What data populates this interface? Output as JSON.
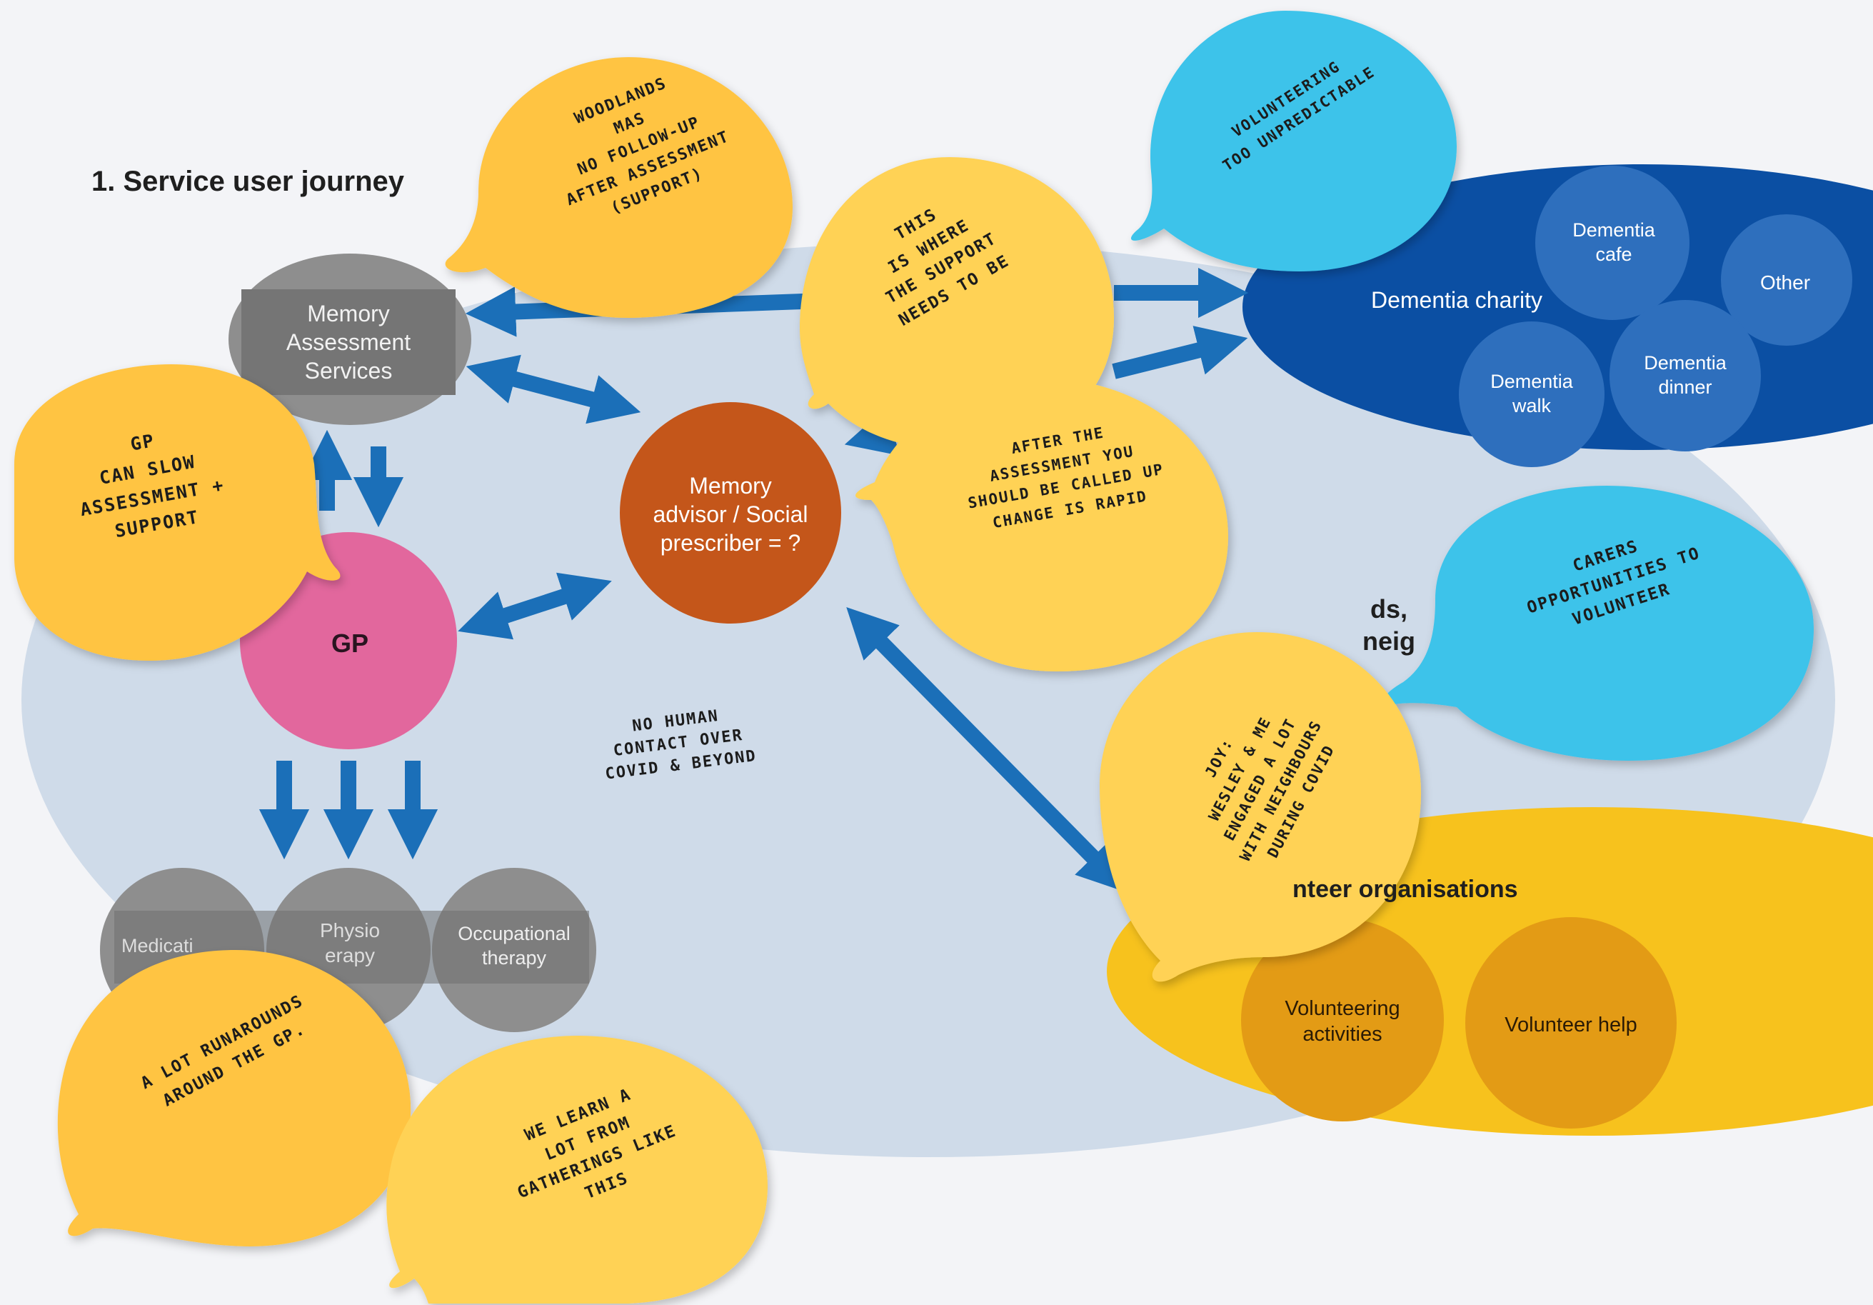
{
  "title": "1. Service user journey",
  "nodes": {
    "memory_assessment": "Memory\nAssessment\nServices",
    "memory_advisor": "Memory\nadvisor / Social\nprescriber = ?",
    "gp": "GP",
    "medication": "Medicati",
    "physio": "Physio\nerapy",
    "occupational": "Occupational\ntherapy"
  },
  "dementia_charity": {
    "label": "Dementia charity",
    "items": [
      "Dementia\ncafe",
      "Other",
      "Dementia\nwalk",
      "Dementia\ndinner"
    ]
  },
  "friends_partial": "ds, neig",
  "volunteer_orgs": {
    "label": "nteer organisations",
    "items": [
      "Volunteering\nactivities",
      "Volunteer help"
    ]
  },
  "handwritten": {
    "no_contact": "NO HUMAN\nCONTACT OVER\nCOVID & BEYOND"
  },
  "notes": {
    "woodlands": "WOODLANDS\nMAS\nNO FOLLOW-UP\nAFTER ASSESSMENT\n(SUPPORT)",
    "support": "THIS\nIS WHERE\nTHE SUPPORT\nNEEDS TO BE",
    "volunteering": "VOLUNTEERING\nTOO UNPREDICTABLE",
    "gp_slow": "GP\nCAN SLOW\nASSESSMENT +\nSUPPORT",
    "after_assessment": "AFTER THE\nASSESSMENT YOU\nSHOULD BE CALLED UP\nCHANGE IS RAPID",
    "carers": "CARERS\nOPPORTUNITIES TO\nVOLUNTEER",
    "joy": "JOY:\nWESLEY & ME\nENGAGED A LOT\nWITH NEIGHBOURS\nDURING COVID",
    "runarounds": "A LOT RUNAROUNDS\nAROUND THE GP.",
    "gatherings": "WE LEARN A\nLOT FROM\nGATHERINGS LIKE\nTHIS"
  },
  "colors": {
    "pale_blue": "#cfdbe9",
    "grey_node": "#8e8e8e",
    "grey_label_box": "#757575",
    "advisor": "#c4561a",
    "gp": "#e2679d",
    "arrow": "#1b6fb8",
    "charity": "#0b4fa3",
    "charity_circle": "#2e6fbd",
    "volunteer": "#f7c21d",
    "volunteer_circle": "#e39b15",
    "note_yellow": "#ffd255",
    "note_orange": "#ffc443",
    "note_cyan": "#3cc3ea"
  }
}
